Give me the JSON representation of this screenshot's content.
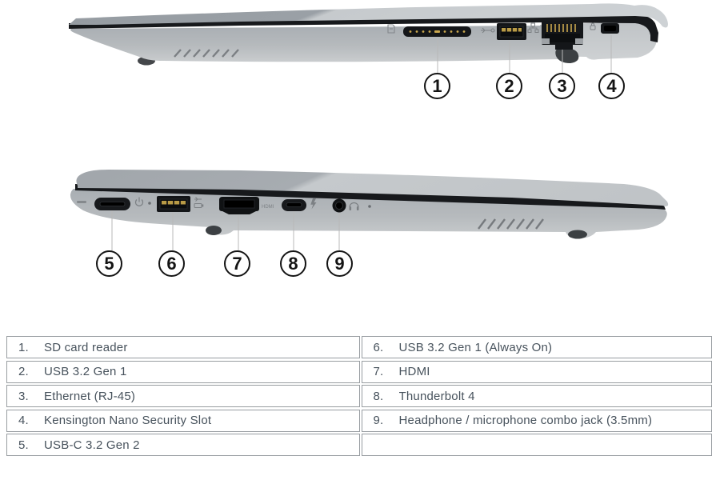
{
  "callouts": [
    "1",
    "2",
    "3",
    "4",
    "5",
    "6",
    "7",
    "8",
    "9"
  ],
  "laptops": {
    "right_side_view": {
      "ports": [
        "sd-card-reader-slot",
        "usb-a-3-2-gen1-port",
        "ethernet-rj45-port",
        "kensington-nano-security-slot"
      ]
    },
    "left_side_view": {
      "ports": [
        "usb-c-3-2-gen2-port",
        "usb-a-always-on-port",
        "hdmi-port",
        "thunderbolt-4-port",
        "headphone-mic-combo-jack"
      ],
      "hdmi_label": "HDMI"
    }
  },
  "table": {
    "left_rows": [
      {
        "num": "1.",
        "label": "SD card reader"
      },
      {
        "num": "2.",
        "label": "USB 3.2 Gen 1"
      },
      {
        "num": "3.",
        "label": "Ethernet (RJ-45)"
      },
      {
        "num": "4.",
        "label": "Kensington Nano Security Slot"
      },
      {
        "num": "5.",
        "label": "USB-C 3.2 Gen 2"
      }
    ],
    "right_rows": [
      {
        "num": "6.",
        "label": "USB 3.2 Gen 1 (Always On)"
      },
      {
        "num": "7.",
        "label": "HDMI"
      },
      {
        "num": "8.",
        "label": "Thunderbolt 4"
      },
      {
        "num": "9.",
        "label": "Headphone / microphone combo jack (3.5mm)"
      },
      {
        "num": "",
        "label": ""
      }
    ]
  },
  "colors": {
    "laptop_body": "#b3b7bb",
    "lid_dark": "#9aa0a6",
    "lid_light": "#c7cbce",
    "gap_black": "#17191c",
    "port_black": "#141619",
    "pin_gold": "#c9a64e",
    "icon_gray": "#7c8084",
    "leader_line": "#b8b8b8",
    "callout_ink": "#141414",
    "table_border": "#989da1",
    "table_text": "#47525c"
  }
}
